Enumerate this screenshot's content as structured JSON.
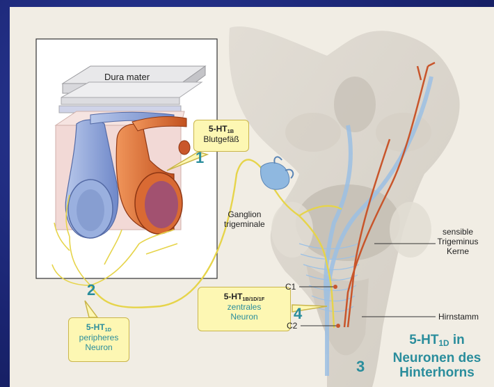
{
  "inset": {
    "dura_label": "Dura mater"
  },
  "callouts": {
    "c1": {
      "receptor": "5-HT",
      "sub": "1B",
      "desc": "Blutgefäß"
    },
    "c2": {
      "receptor": "5-HT",
      "sub": "1D",
      "desc1": "peripheres",
      "desc2": "Neuron"
    },
    "c4": {
      "receptor": "5-HT",
      "sub": "1B/1D/1F",
      "desc1": "zentrales",
      "desc2": "Neuron"
    }
  },
  "numbers": {
    "n1": "1",
    "n2": "2",
    "n3": "3",
    "n4": "4"
  },
  "labels": {
    "ganglion1": "Ganglion",
    "ganglion2": "trigeminale",
    "sens1": "sensible",
    "sens2": "Trigeminus",
    "sens3": "Kerne",
    "hirnstamm": "Hirnstamm",
    "c1": "C1",
    "c2": "C2"
  },
  "title": {
    "line1_a": "5-HT",
    "line1_sub": "1D",
    "line1_b": " in",
    "line2": "Neuronen des",
    "line3": "Hinterhorns"
  },
  "colors": {
    "nerve": "#e6d44a",
    "vein": "#8fa8d8",
    "artery": "#d2662f",
    "accent": "#2a8d9c",
    "callout_bg": "#fdf7b3"
  }
}
